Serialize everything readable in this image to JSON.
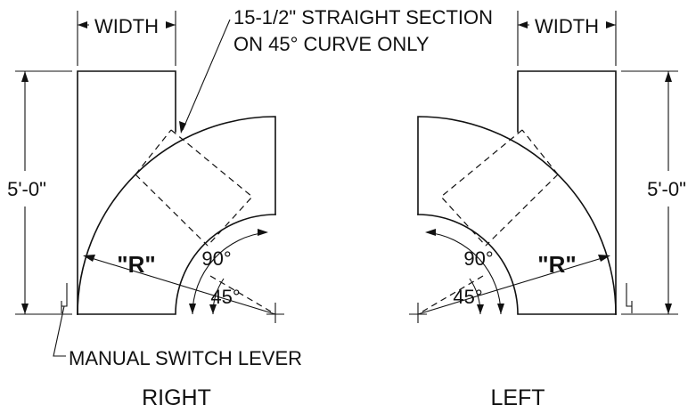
{
  "labels": {
    "width_left": "WIDTH",
    "width_right": "WIDTH",
    "straight_note_line1": "15-1/2\" STRAIGHT SECTION",
    "straight_note_line2": "ON 45° CURVE ONLY",
    "height_left": "5'-0\"",
    "height_right": "5'-0\"",
    "radius_left": "\"R\"",
    "radius_right": "\"R\"",
    "angle90_left": "90°",
    "angle45_left": "45°",
    "angle90_right": "90°",
    "angle45_right": "45°",
    "lever_note": "MANUAL SWITCH LEVER",
    "caption_right": "RIGHT",
    "caption_left": "LEFT"
  }
}
